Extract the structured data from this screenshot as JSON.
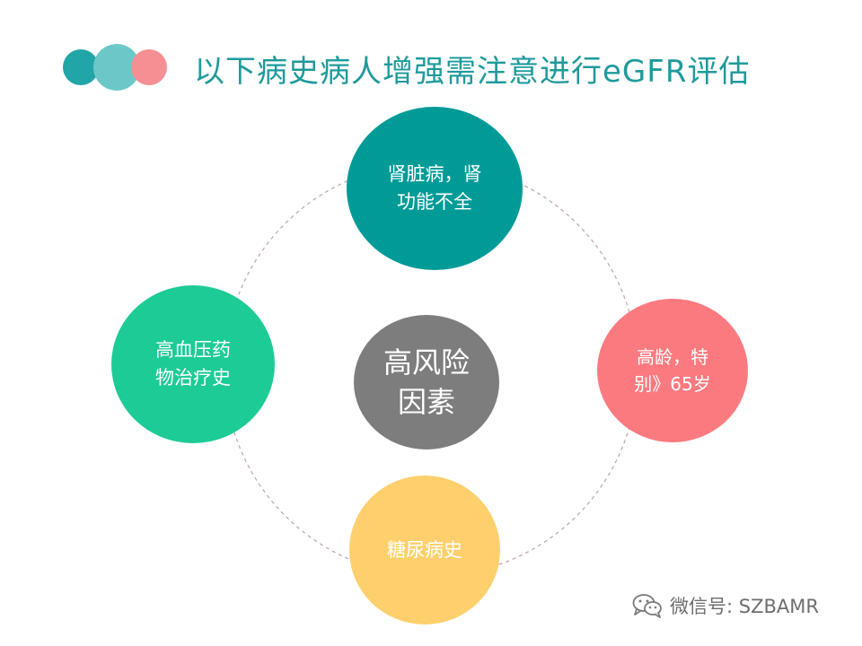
{
  "colors": {
    "teal_dark": "#21a5a6",
    "teal_light": "#6cc7c9",
    "pink": "#f58f93",
    "title": "#1f9a9b",
    "top_node": "#009b97",
    "left_node": "#1dcb97",
    "right_node": "#fb7a80",
    "bottom_node": "#fdd06d",
    "center_node": "#7d7d7d",
    "ring": "#b8a3b8"
  },
  "header": {
    "title": "以下病史病人增强需注意进行eGFR评估"
  },
  "diagram": {
    "center": {
      "line1": "高风险",
      "line2": "因素"
    },
    "top": {
      "line1": "肾脏病，肾",
      "line2": "功能不全"
    },
    "left": {
      "line1": "高血压药",
      "line2": "物治疗史"
    },
    "right": {
      "line1": "高龄，特",
      "line2": "别》65岁"
    },
    "bottom": {
      "line1": "糖尿病史"
    }
  },
  "watermark": {
    "icon": "wechat-icon",
    "text": "微信号: SZBAMR"
  }
}
